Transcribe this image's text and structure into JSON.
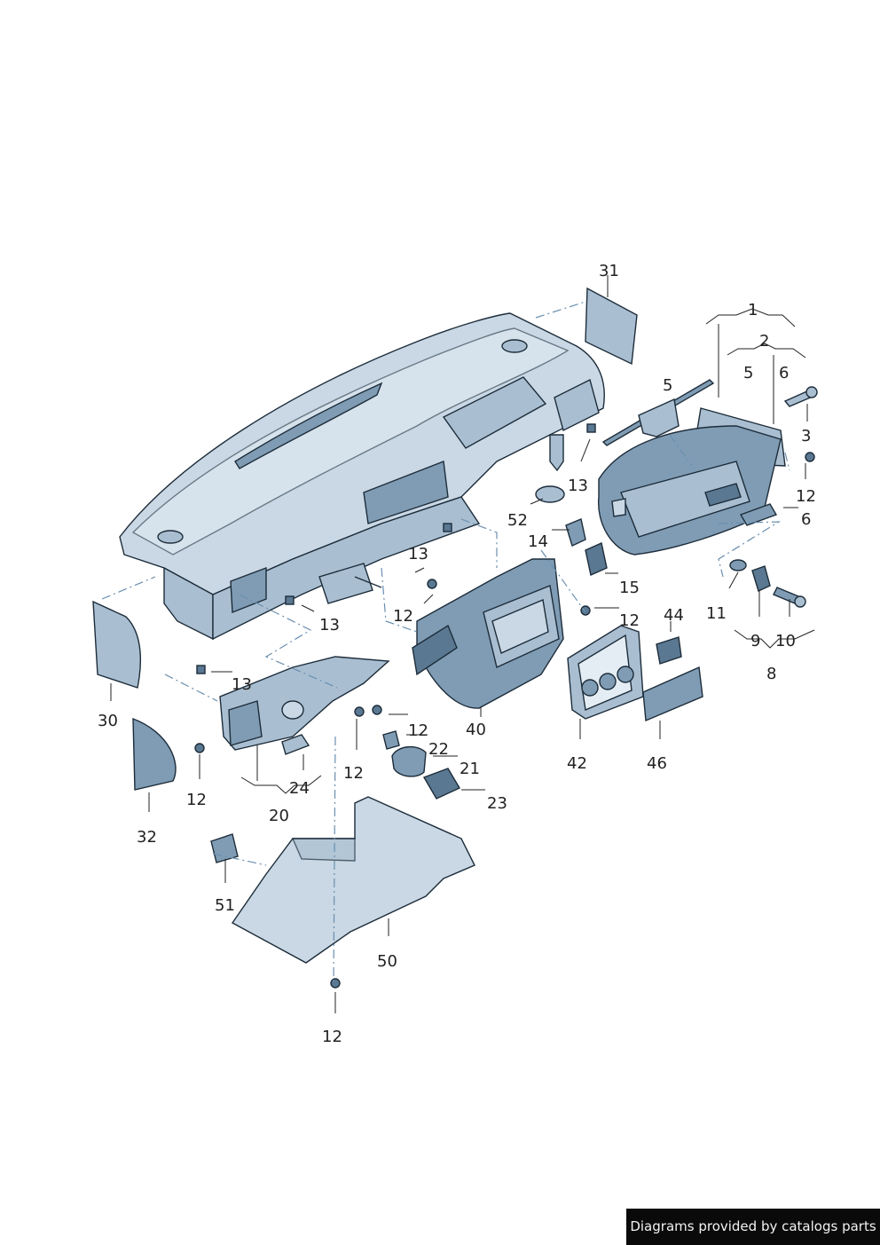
{
  "credit": "Diagrams provided by catalogs parts",
  "callouts": [
    "31",
    "1",
    "2",
    "5",
    "6",
    "5",
    "3",
    "12",
    "6",
    "13",
    "52",
    "14",
    "15",
    "13",
    "12",
    "13",
    "12",
    "44",
    "11",
    "9",
    "10",
    "8",
    "13",
    "30",
    "12",
    "22",
    "21",
    "23",
    "40",
    "42",
    "46",
    "12",
    "24",
    "20",
    "12",
    "32",
    "51",
    "50",
    "12"
  ]
}
